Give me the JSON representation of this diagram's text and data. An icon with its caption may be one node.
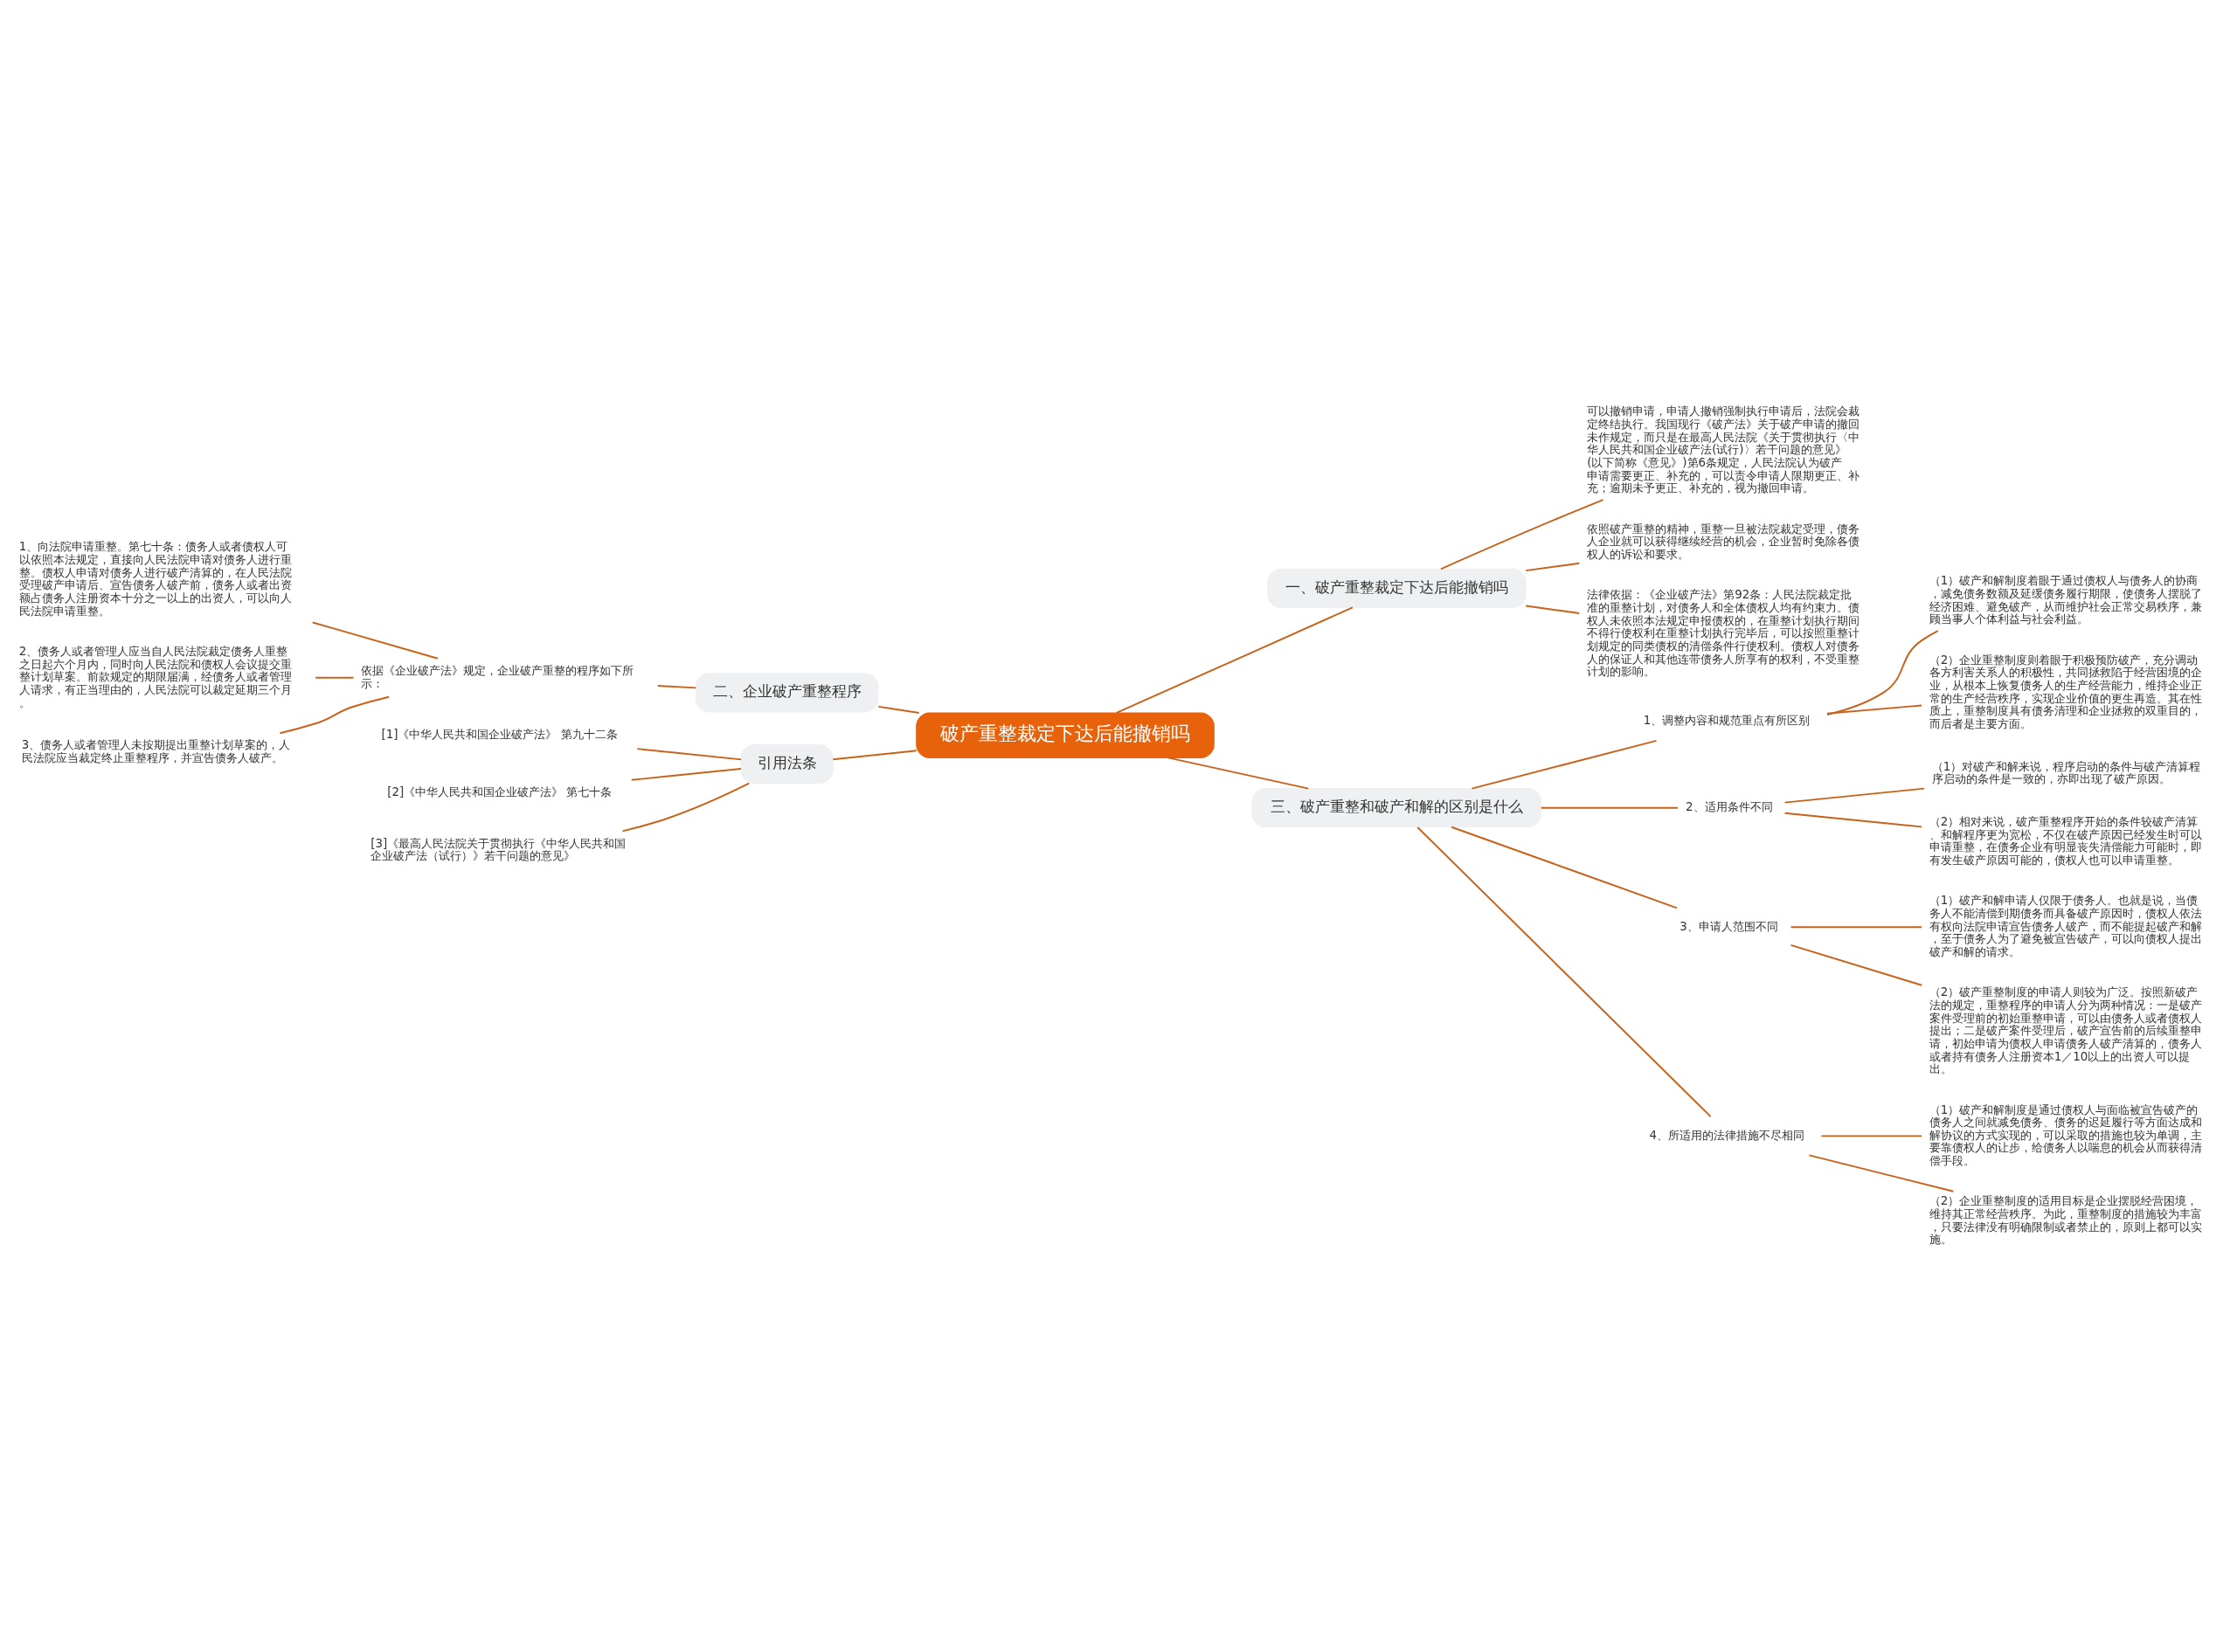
{
  "diagram": {
    "nodes": [
      {
        "text": [
          "破产重整裁定下达后能撤销吗"
        ]
      },
      {
        "text": [
          "一、破产重整裁定下达后能撤销吗"
        ]
      },
      {
        "text": [
          "可以撤销申请，申请人撤销强制执行申请后，法院会裁定终结执行。我国现行《破产法》关于破产申请的撤回未作规定，而只是在最高人民法院《关于贯彻执行〈中华人民共和国企业破产法(试行)〉若干问题的意见》(以下简称《意见》)第6条规定，人民法院认为破产申请需要更正、补充的，可以责令申请人限期更正、补充；逾期未予更正、补充的，视为撤回申请。"
        ]
      },
      {
        "text": [
          "依照破产重整的精神，重整一旦被法院裁定受理，债务人企业就可以获得继续经营的机会，企业暂时免除各债权人的诉讼和要求。"
        ]
      },
      {
        "text": [
          "法律依据：《企业破产法》第92条：人民法院裁定批准的重整计划，对债务人和全体债权人均有约束力。债权人未依照本法规定申报债权的，在重整计划执行期间不得行使权利在重整计划执行完毕后，可以按照重整计划规定的同类债权的清偿条件行使权利。债权人对债务人的保证人和其他连带债务人所享有的权利，不受重整计划的影响。"
        ]
      },
      {
        "text": [
          "二、企业破产重整程序"
        ]
      },
      {
        "text": [
          "依据《企业破产法》规定，企业破产重整的程序如下所示："
        ]
      },
      {
        "text": [
          "1、向法院申请重整。第七十条：债务人或者债权人可以依照本法规定，直接向人民法院申请对债务人进行重整。债权人申请对债务人进行破产清算的，在人民法院受理破产申请后、宣告债务人破产前，债务人或者出资额占债务人注册资本十分之一以上的出资人，可以向人民法院申请重整。"
        ]
      },
      {
        "text": [
          "2、债务人或者管理人应当自人民法院裁定债务人重整之日起六个月内，同时向人民法院和债权人会议提交重整计划草案。前款规定的期限届满，经债务人或者管理人请求，有正当理由的，人民法院可以裁定延期三个月。"
        ]
      },
      {
        "text": [
          "3、债务人或者管理人未按期提出重整计划草案的，人民法院应当裁定终止重整程序，并宣告债务人破产。"
        ]
      },
      {
        "text": [
          "引用法条"
        ]
      },
      {
        "text": [
          "[1]《中华人民共和国企业破产法》 第九十二条"
        ]
      },
      {
        "text": [
          "[2]《中华人民共和国企业破产法》 第七十条"
        ]
      },
      {
        "text": [
          "[3]《最高人民法院关于贯彻执行《中华人民共和国企业破产法（试行）》若干问题的意见》"
        ]
      },
      {
        "text": [
          "三、破产重整和破产和解的区别是什么"
        ]
      },
      {
        "text": [
          "1、调整内容和规范重点有所区别"
        ]
      },
      {
        "text": [
          "（1）破产和解制度着眼于通过债权人与债务人的协商，减免债务数额及延缓债务履行期限，使债务人摆脱了经济困难、避免破产，从而维护社会正常交易秩序，兼顾当事人个体利益与社会利益。"
        ]
      },
      {
        "text": [
          "（2）企业重整制度则着眼于积极预防破产，充分调动各方利害关系人的积极性，共同拯救陷于经营困境的企业，从根本上恢复债务人的生产经营能力，维持企业正常的生产经营秩序，实现企业价值的更生再造。其在性质上，重整制度具有债务清理和企业拯救的双重目的，而后者是主要方面。"
        ]
      },
      {
        "text": [
          "2、适用条件不同"
        ]
      },
      {
        "text": [
          "（1）对破产和解来说，程序启动的条件与破产清算程序启动的条件是一致的，亦即出现了破产原因。"
        ]
      },
      {
        "text": [
          "（2）相对来说，破产重整程序开始的条件较破产清算、和解程序更为宽松，不仅在破产原因已经发生时可以申请重整，在债务企业有明显丧失清偿能力可能时，即有发生破产原因可能的，债权人也可以申请重整。"
        ]
      },
      {
        "text": [
          "3、申请人范围不同"
        ]
      },
      {
        "text": [
          "（1）破产和解申请人仅限于债务人。也就是说，当债务人不能清偿到期债务而具备破产原因时，债权人依法有权向法院申请宣告债务人破产，而不能提起破产和解，至于债务人为了避免被宣告破产，可以向债权人提出破产和解的请求。"
        ]
      },
      {
        "text": [
          "（2）破产重整制度的申请人则较为广泛。按照新破产法的规定，重整程序的申请人分为两种情况：一是破产案件受理前的初始重整申请，可以由债务人或者债权人提出；二是破产案件受理后，破产宣告前的后续重整申请，初始申请为债权人申请债务人破产清算的，债务人或者持有债务人注册资本1／10以上的出资人可以提出。"
        ]
      },
      {
        "text": [
          "4、所适用的法律措施不尽相同"
        ]
      },
      {
        "text": [
          "（1）破产和解制度是通过债权人与面临被宣告破产的债务人之间就减免债务、债务的迟延履行等方面达成和解协议的方式实现的，可以采取的措施也较为单调，主要靠债权人的让步，给债务人以喘息的机会从而获得清偿手段。"
        ]
      },
      {
        "text": [
          "（2）企业重整制度的适用目标是企业摆脱经营困境，维持其正常经营秩序。为此，重整制度的措施较为丰富，只要法律没有明确限制或者禁止的，原则上都可以实施。"
        ]
      }
    ],
    "edges": [
      {
        "from": 0,
        "to": 1,
        "arrow": "none"
      },
      {
        "from": 1,
        "to": 2,
        "arrow": "none"
      },
      {
        "from": 1,
        "to": 3,
        "arrow": "none"
      },
      {
        "from": 1,
        "to": 4,
        "arrow": "none"
      },
      {
        "from": 0,
        "to": 5,
        "arrow": "none"
      },
      {
        "from": 5,
        "to": 6,
        "arrow": "none"
      },
      {
        "from": 6,
        "to": 7,
        "arrow": "none"
      },
      {
        "from": 6,
        "to": 8,
        "arrow": "none"
      },
      {
        "from": 6,
        "to": 9,
        "arrow": "none"
      },
      {
        "from": 0,
        "to": 10,
        "arrow": "none"
      },
      {
        "from": 10,
        "to": 11,
        "arrow": "none"
      },
      {
        "from": 10,
        "to": 12,
        "arrow": "none"
      },
      {
        "from": 10,
        "to": 13,
        "arrow": "none"
      },
      {
        "from": 0,
        "to": 14,
        "arrow": "none"
      },
      {
        "from": 14,
        "to": 15,
        "arrow": "none"
      },
      {
        "from": 15,
        "to": 16,
        "arrow": "none"
      },
      {
        "from": 15,
        "to": 17,
        "arrow": "none"
      },
      {
        "from": 14,
        "to": 18,
        "arrow": "none"
      },
      {
        "from": 18,
        "to": 19,
        "arrow": "none"
      },
      {
        "from": 18,
        "to": 20,
        "arrow": "none"
      },
      {
        "from": 14,
        "to": 21,
        "arrow": "none"
      },
      {
        "from": 21,
        "to": 22,
        "arrow": "none"
      },
      {
        "from": 21,
        "to": 23,
        "arrow": "none"
      },
      {
        "from": 14,
        "to": 24,
        "arrow": "none"
      },
      {
        "from": 24,
        "to": 25,
        "arrow": "none"
      },
      {
        "from": 24,
        "to": 26,
        "arrow": "none"
      }
    ]
  }
}
